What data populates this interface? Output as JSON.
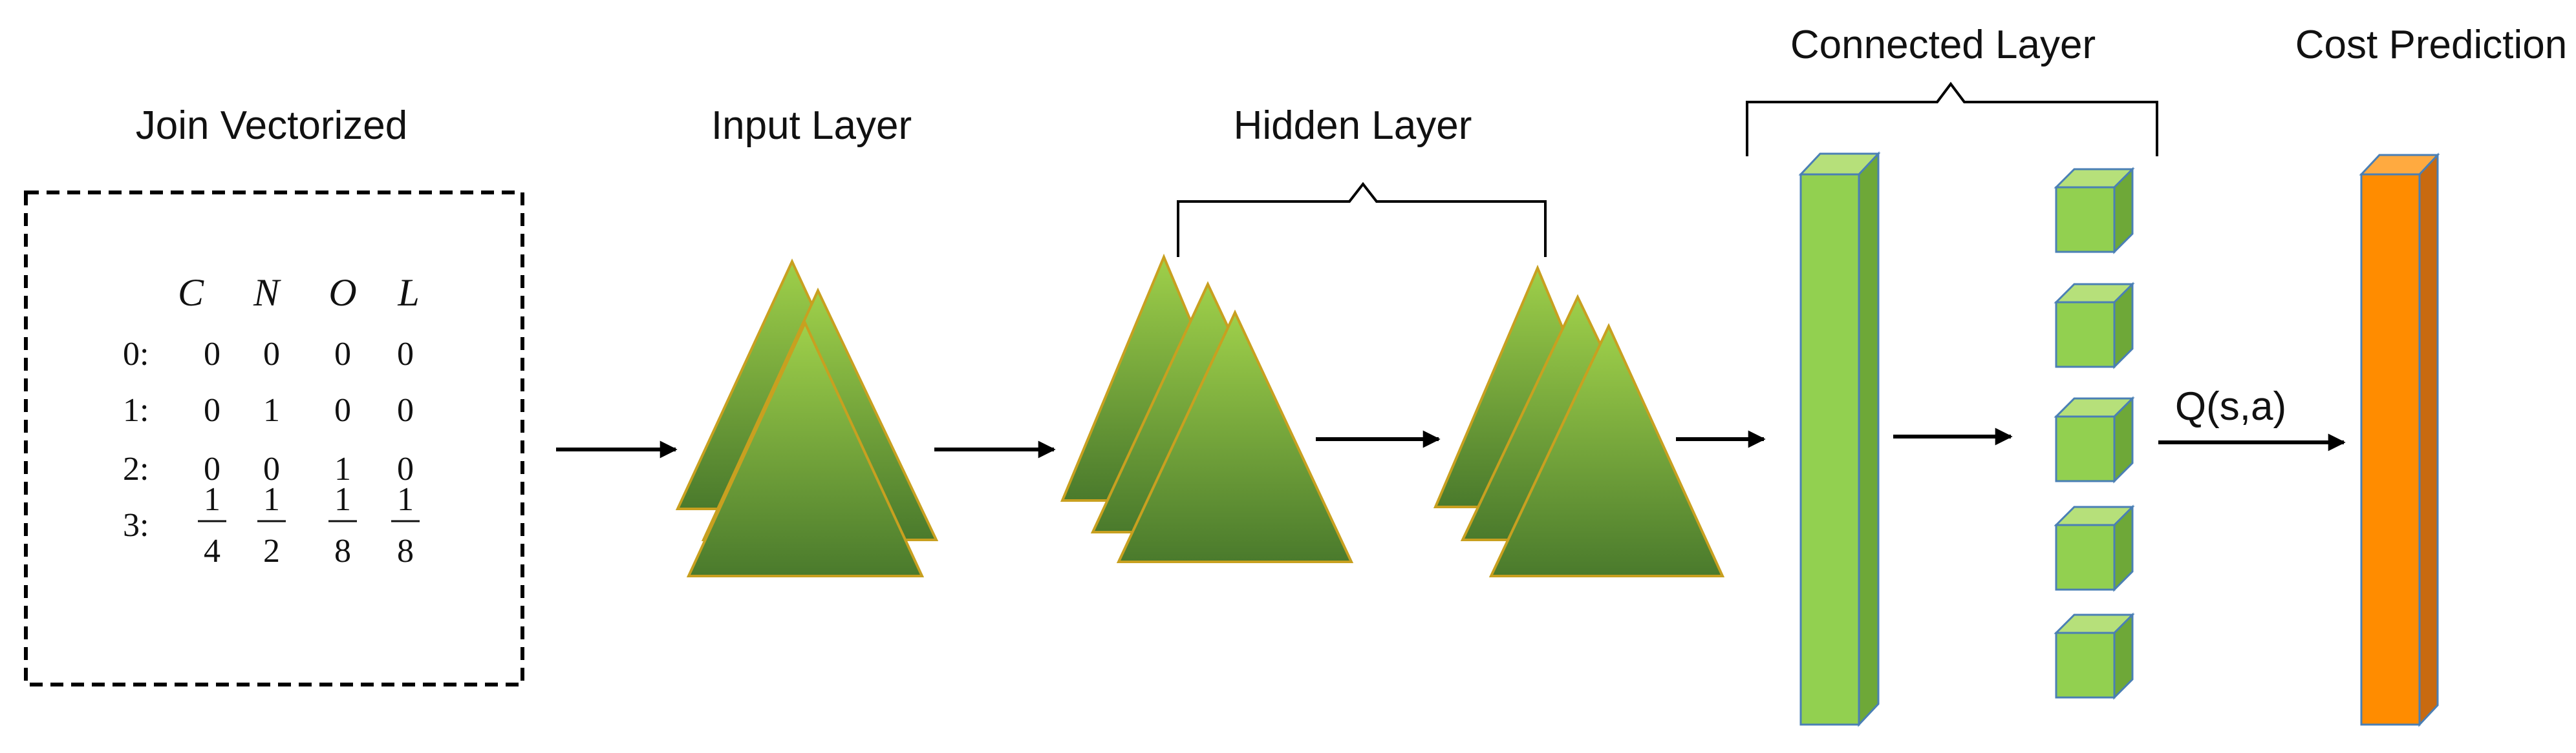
{
  "labels": {
    "join_vectorized": "Join Vectorized",
    "input_layer": "Input Layer",
    "hidden_layer": "Hidden Layer",
    "connected_layer": "Connected Layer",
    "cost_prediction": "Cost Prediction",
    "q_label": "Q(s,a)"
  },
  "matrix": {
    "headers": [
      "C",
      "N",
      "O",
      "L"
    ],
    "rows": [
      {
        "label": "0:",
        "cells": [
          "0",
          "0",
          "0",
          "0"
        ]
      },
      {
        "label": "1:",
        "cells": [
          "0",
          "1",
          "0",
          "0"
        ]
      },
      {
        "label": "2:",
        "cells": [
          "0",
          "0",
          "1",
          "0"
        ]
      }
    ],
    "fraction_row": {
      "label": "3:",
      "cells": [
        {
          "num": "1",
          "den": "4"
        },
        {
          "num": "1",
          "den": "2"
        },
        {
          "num": "1",
          "den": "8"
        },
        {
          "num": "1",
          "den": "8"
        }
      ]
    }
  },
  "colors": {
    "triangle_top": "#9fd04a",
    "triangle_bottom": "#4a7a2c",
    "triangle_stroke": "#c8a020",
    "green_front": "#92d050",
    "green_side": "#6ea838",
    "green_top": "#b6e07a",
    "green_edge": "#4a7fb5",
    "orange_front": "#ff8c00",
    "orange_side": "#c86a10",
    "orange_top": "#ffaa40"
  }
}
